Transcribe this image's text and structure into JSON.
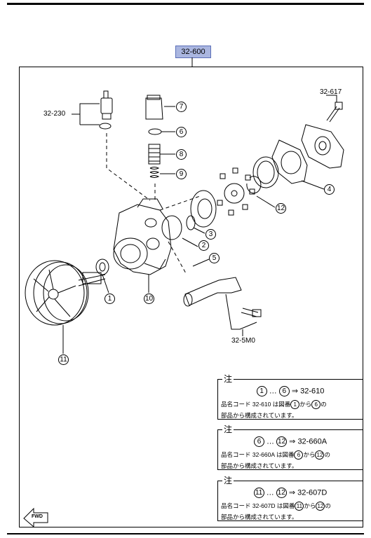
{
  "assembly_code": "32-600",
  "labels": {
    "sensor_code": "32-230",
    "cover_bolt_code": "32-617",
    "hose_code": "32-5M0"
  },
  "callouts": [
    "1",
    "2",
    "3",
    "4",
    "5",
    "6",
    "7",
    "8",
    "9",
    "10",
    "11",
    "12"
  ],
  "notes": [
    {
      "title": "注",
      "from": "1",
      "to": "6",
      "sep": "…",
      "arrow": "⇒",
      "code": "32-610",
      "l1_pre": "品名コード",
      "l1_code": "32-610",
      "l1_mid": "は図番",
      "l1_from": "1",
      "l1_kara": "から",
      "l1_to": "6",
      "l1_no": "の",
      "l2": "部品から構成されています。"
    },
    {
      "title": "注",
      "from": "6",
      "to": "12",
      "sep": "…",
      "arrow": "⇒",
      "code": "32-660A",
      "l1_pre": "品名コード",
      "l1_code": "32-660A",
      "l1_mid": "は図番",
      "l1_from": "6",
      "l1_kara": "から",
      "l1_to": "12",
      "l1_no": "の",
      "l2": "部品から構成されています。"
    },
    {
      "title": "注",
      "from": "11",
      "to": "12",
      "sep": "…",
      "arrow": "⇒",
      "code": "32-607D",
      "l1_pre": "品名コード",
      "l1_code": "32-607D",
      "l1_mid": "は図番",
      "l1_from": "11",
      "l1_kara": "から",
      "l1_to": "12",
      "l1_no": "の",
      "l2": "部品から構成されています。"
    }
  ],
  "fwd_label": "FWD"
}
